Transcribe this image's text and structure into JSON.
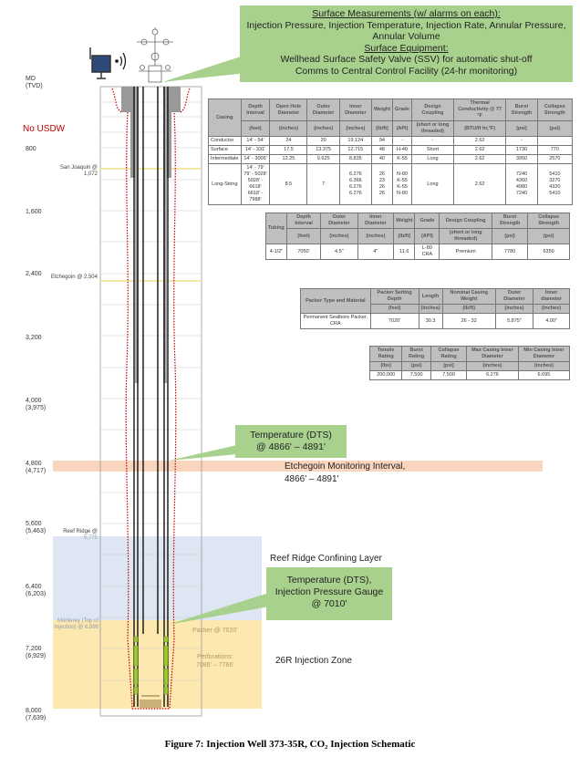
{
  "surface_callout": {
    "title1": "Surface Measurements (w/ alarms on each):",
    "text1": "Injection Pressure, Injection Temperature, Injection Rate, Annular Pressure, Annular Volume",
    "title2": "Surface Equipment:",
    "text2a": "Wellhead Surface Safety Valve (SSV) for automatic shut-off",
    "text2b": "Comms to Central Control Facility (24-hr monitoring)"
  },
  "axis": {
    "header": "MD (TVD)",
    "no_usdw": "No USDW",
    "ticks": [
      {
        "md": "800",
        "tvd": ""
      },
      {
        "md": "1,600",
        "tvd": ""
      },
      {
        "md": "2,400",
        "tvd": ""
      },
      {
        "md": "3,200",
        "tvd": ""
      },
      {
        "md": "4,000",
        "tvd": "(3,975)"
      },
      {
        "md": "4,800",
        "tvd": "(4,717)"
      },
      {
        "md": "5,600",
        "tvd": "(5,463)"
      },
      {
        "md": "6,400",
        "tvd": "(6,203)"
      },
      {
        "md": "7,200",
        "tvd": "(6,929)"
      },
      {
        "md": "8,000",
        "tvd": "(7,639)"
      }
    ]
  },
  "formations": {
    "san_joaquin": "San Joaquin @ 1,072",
    "etchegoin": "Etchegoin @ 2,504",
    "reef_ridge": "Reef Ridge @",
    "reef_ridge_depth": "5,775",
    "monterey": "Monterey (Top of Injection) @ 6,899"
  },
  "well_labels": {
    "packer": "Packer @ 7020'",
    "perforations": "Perforations:",
    "perf_range": "7086' – 7766'"
  },
  "zones": {
    "etchegoin_monitor": "Etchegoin Monitoring Interval,",
    "etchegoin_range": "4866' – 4891'",
    "reef_ridge": "Reef Ridge Confining Layer",
    "injection": "26R Injection Zone"
  },
  "dts_callout": {
    "line1": "Temperature (DTS)",
    "line2": "@ 4866' – 4891'"
  },
  "gauge_callout": {
    "line1": "Temperature (DTS),",
    "line2": "Injection Pressure Gauge",
    "line3": "@ 7010'"
  },
  "casing_table": {
    "headers": [
      "Casing",
      "Depth Interval",
      "Open Hole Diameter",
      "Outer Diameter",
      "Inner Diameter",
      "Weight",
      "Grade",
      "Design Coupling",
      "Thermal Conductivity @ 77 °F",
      "Burst Strength",
      "Collapse Strength"
    ],
    "units": [
      "(feet)",
      "(inches)",
      "(inches)",
      "(inches)",
      "(lb/ft)",
      "(API)",
      "(short or long threaded)",
      "(BTU/ft hr,°F)",
      "(psi)",
      "(psi)"
    ],
    "rows": [
      [
        "Conductor",
        "14' - 54'",
        "24",
        "20",
        "19.124",
        "94",
        "-",
        "-",
        "2.62",
        "-",
        ""
      ],
      [
        "Surface",
        "14' - 331'",
        "17.5",
        "13.375",
        "12.715",
        "48",
        "H-40",
        "Short",
        "2.62",
        "1730",
        "770"
      ],
      [
        "Intermediate",
        "14' - 3006'",
        "12.25",
        "9.625",
        "8.835",
        "40",
        "K-55",
        "Long",
        "2.62",
        "3950",
        "2570"
      ]
    ],
    "long_string": {
      "name": "Long-String",
      "depths": [
        "14' - 79'",
        "79' - 5028'",
        "5028' - 6618'",
        "6618' - 7988'"
      ],
      "open_hole": "8.5",
      "outer": "7",
      "inner": [
        "6.276",
        "6.366",
        "6.276",
        "6.276"
      ],
      "weight": [
        "26",
        "23",
        "26",
        "26"
      ],
      "grade": [
        "N-80",
        "K-55",
        "K-55",
        "N-80"
      ],
      "coupling": "Long",
      "thermal": "2.62",
      "burst": [
        "7240",
        "4360",
        "4980",
        "7240"
      ],
      "collapse": [
        "5410",
        "3270",
        "4320",
        "5410"
      ]
    }
  },
  "tubing_table": {
    "headers": [
      "Tubing",
      "Depth Interval",
      "Outer Diameter",
      "Inner Diameter",
      "Weight",
      "Grade",
      "Design Coupling",
      "Burst Strength",
      "Collapse Strength"
    ],
    "units": [
      "(feet)",
      "(inches)",
      "(inches)",
      "(lb/ft)",
      "(API)",
      "(short or long threaded)",
      "(psi)",
      "(psi)"
    ],
    "row": [
      "4-1/2\"",
      "7050'",
      "4.5\"",
      "4\"",
      "11.6",
      "L-80 CRA",
      "Premium",
      "7780",
      "6350"
    ]
  },
  "packer_table": {
    "headers": [
      "Packer Type and Material",
      "Packer Setting Depth",
      "Length",
      "Nominal Casing Weight",
      "Outer Diameter",
      "Inner diameter"
    ],
    "units": [
      "(feet)",
      "(inches)",
      "(lb/ft)",
      "(inches)",
      "(inches)"
    ],
    "row": [
      "Permanent Sealbore Packer, CRA",
      "7020'",
      "30.3",
      "26 - 32",
      "5.875\"",
      "4.00\""
    ]
  },
  "rating_table": {
    "headers": [
      "Tensile Rating",
      "Burst Rating",
      "Collapse Rating",
      "Max Casing Inner Diameter",
      "Min Casing Inner Diameter"
    ],
    "units": [
      "(lbs)",
      "(psi)",
      "(psi)",
      "(inches)",
      "(inches)"
    ],
    "row": [
      "200,000",
      "7,500",
      "7,500",
      "6.276",
      "6.095"
    ]
  },
  "caption": "Figure 7:  Injection Well 373-35R, CO₂ Injection Schematic",
  "colors": {
    "callout": "#a9d18e",
    "blue_zone": "#dde6f2",
    "yellow_zone": "#fde8b0",
    "orange_band": "#f8cbad",
    "red": "#c00000"
  }
}
